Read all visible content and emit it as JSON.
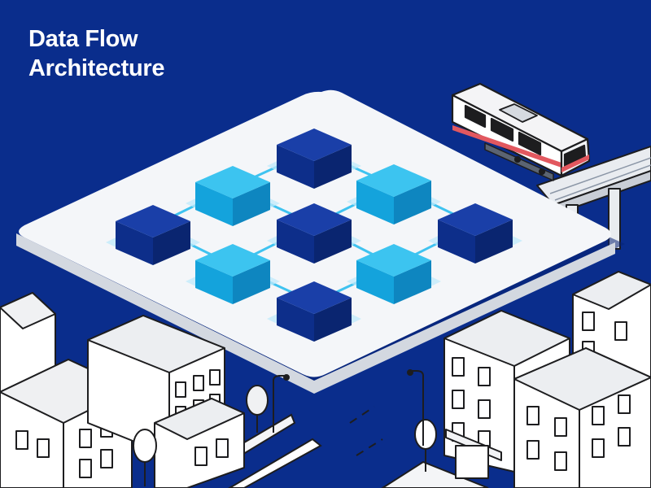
{
  "title": {
    "line1": "Data Flow",
    "line2": "Architecture"
  },
  "colors": {
    "background": "#0a2d8c",
    "platform": "#f4f6f9",
    "node_dark": "#0d2e8a",
    "node_light": "#14a3dc",
    "connector": "#3fc3f0",
    "building_outline": "#1d1d1f",
    "train_stripe": "#e2585f"
  },
  "nodes": [
    {
      "id": "n-top",
      "tone": "dark"
    },
    {
      "id": "n-upper-left",
      "tone": "light"
    },
    {
      "id": "n-upper-right",
      "tone": "light"
    },
    {
      "id": "n-left",
      "tone": "dark"
    },
    {
      "id": "n-center",
      "tone": "dark"
    },
    {
      "id": "n-right",
      "tone": "dark"
    },
    {
      "id": "n-lower-left",
      "tone": "light"
    },
    {
      "id": "n-lower-right",
      "tone": "light"
    },
    {
      "id": "n-bottom",
      "tone": "dark"
    }
  ],
  "connections": [
    [
      "n-top",
      "n-upper-left"
    ],
    [
      "n-top",
      "n-upper-right"
    ],
    [
      "n-upper-left",
      "n-left"
    ],
    [
      "n-upper-left",
      "n-center"
    ],
    [
      "n-upper-right",
      "n-center"
    ],
    [
      "n-upper-right",
      "n-right"
    ],
    [
      "n-left",
      "n-lower-left"
    ],
    [
      "n-center",
      "n-lower-left"
    ],
    [
      "n-center",
      "n-lower-right"
    ],
    [
      "n-right",
      "n-lower-right"
    ],
    [
      "n-lower-left",
      "n-bottom"
    ],
    [
      "n-lower-right",
      "n-bottom"
    ]
  ],
  "icons": [
    "train-icon",
    "building-icon",
    "tree-icon",
    "street-lamp-icon"
  ]
}
